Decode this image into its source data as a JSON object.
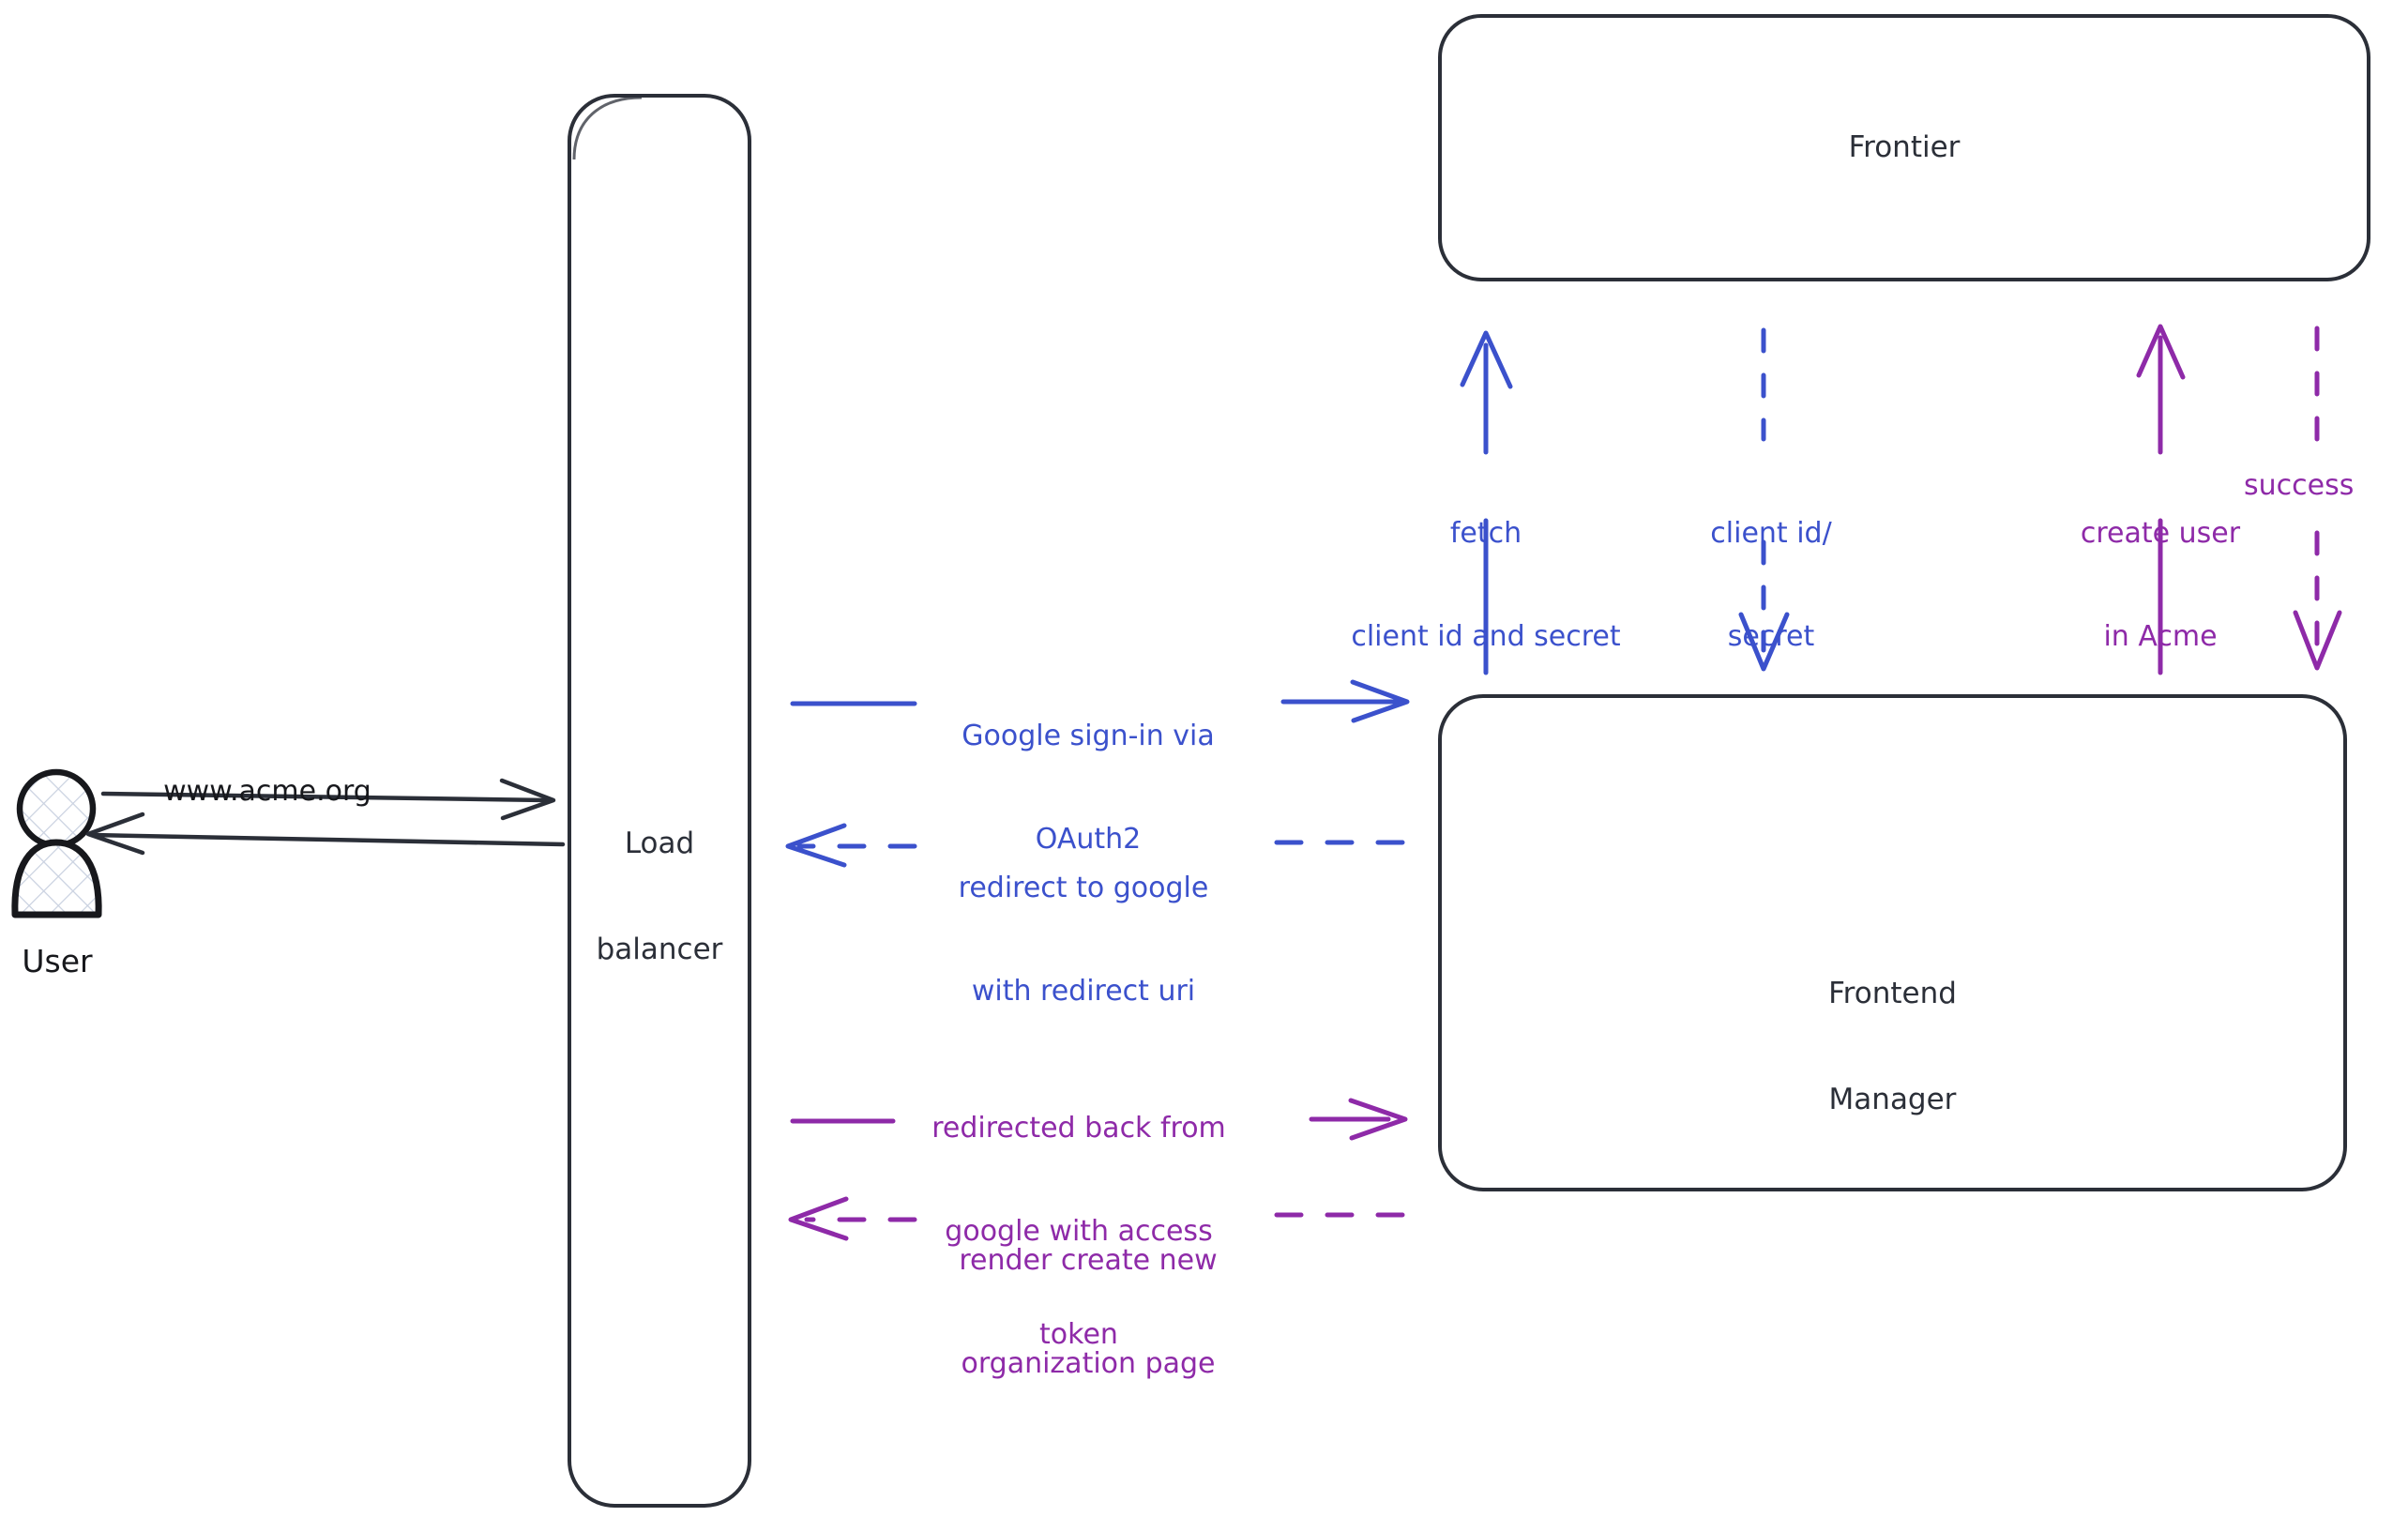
{
  "diagram": {
    "title": "Google OAuth2 sign-in sequence",
    "colors": {
      "stroke_dark": "#2b2f38",
      "blue": "#3b51cc",
      "purple": "#8e2aa8",
      "actor_fill": "#ffffff",
      "background": "#ffffff"
    },
    "actors": [
      {
        "id": "user",
        "label": "User",
        "shape": "person-hatched"
      }
    ],
    "nodes": [
      {
        "id": "load-balancer",
        "label": "Load\nbalancer",
        "line1": "Load",
        "line2": "balancer",
        "shape": "rounded-rect"
      },
      {
        "id": "frontier",
        "label": "Frontier",
        "shape": "rounded-rect"
      },
      {
        "id": "frontend-manager",
        "label": "Frontend\nManager",
        "line1": "Frontend",
        "line2": "Manager",
        "shape": "rounded-rect"
      }
    ],
    "edges": [
      {
        "id": "user-to-lb",
        "from": "user",
        "to": "load-balancer",
        "label": "www.acme.org",
        "color_name": "stroke_dark",
        "color": "#2b2f38",
        "style": "solid",
        "direction": "right"
      },
      {
        "id": "lb-to-user",
        "from": "load-balancer",
        "to": "user",
        "label": "",
        "color_name": "stroke_dark",
        "color": "#2b2f38",
        "style": "solid",
        "direction": "left"
      },
      {
        "id": "lb-to-fm-signin",
        "from": "load-balancer",
        "to": "frontend-manager",
        "label": "Google sign-in via\nOAuth2",
        "line1": "Google sign-in via",
        "line2": "OAuth2",
        "color_name": "blue",
        "color": "#3b51cc",
        "style": "solid",
        "direction": "right"
      },
      {
        "id": "fm-to-lb-redirect",
        "from": "frontend-manager",
        "to": "load-balancer",
        "label": "redirect to google\nwith redirect uri",
        "line1": "redirect to google",
        "line2": "with redirect uri",
        "color_name": "blue",
        "color": "#3b51cc",
        "style": "dashed",
        "direction": "left"
      },
      {
        "id": "fm-to-frontier-fetch",
        "from": "frontend-manager",
        "to": "frontier",
        "label": "fetch\nclient id and secret",
        "line1": "fetch",
        "line2": "client id and secret",
        "color_name": "blue",
        "color": "#3b51cc",
        "style": "solid",
        "direction": "up"
      },
      {
        "id": "frontier-to-fm-credentials",
        "from": "frontier",
        "to": "frontend-manager",
        "label": "client id/\nsecret",
        "line1": "client id/",
        "line2": "secret",
        "color_name": "blue",
        "color": "#3b51cc",
        "style": "dashed",
        "direction": "down"
      },
      {
        "id": "fm-to-frontier-create-user",
        "from": "frontend-manager",
        "to": "frontier",
        "label": "create user\nin Acme",
        "line1": "create user",
        "line2": "in Acme",
        "color_name": "purple",
        "color": "#8e2aa8",
        "style": "solid",
        "direction": "up"
      },
      {
        "id": "frontier-to-fm-success",
        "from": "frontier",
        "to": "frontend-manager",
        "label": "success",
        "color_name": "purple",
        "color": "#8e2aa8",
        "style": "dashed",
        "direction": "down"
      },
      {
        "id": "lb-to-fm-token",
        "from": "load-balancer",
        "to": "frontend-manager",
        "label": "redirected back from\ngoogle with access\ntoken",
        "line1": "redirected back from",
        "line2": "google with access",
        "line3": "token",
        "color_name": "purple",
        "color": "#8e2aa8",
        "style": "solid",
        "direction": "right"
      },
      {
        "id": "fm-to-lb-render",
        "from": "frontend-manager",
        "to": "load-balancer",
        "label": "render create new\norganization page",
        "line1": "render create new",
        "line2": "organization page",
        "color_name": "purple",
        "color": "#8e2aa8",
        "style": "dashed",
        "direction": "left"
      }
    ]
  }
}
